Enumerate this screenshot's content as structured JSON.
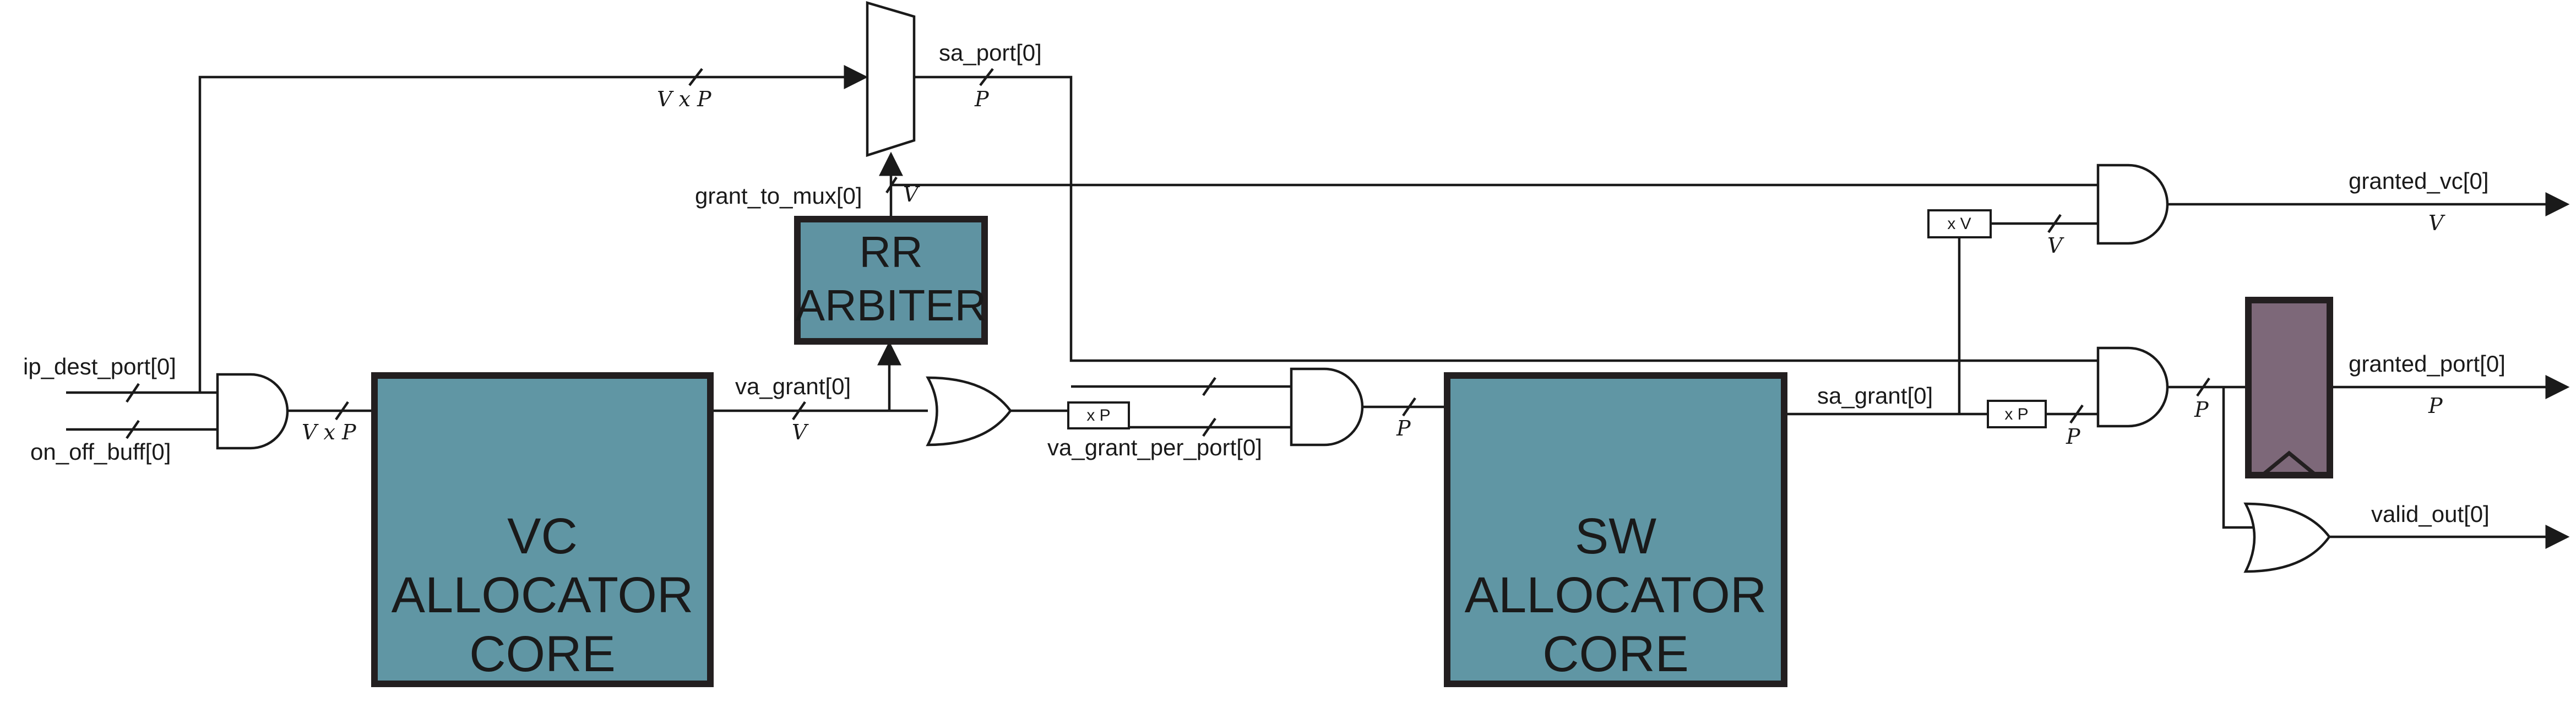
{
  "colors": {
    "allocator_fill": "#6096a4",
    "arbiter_fill": "#5f93a2",
    "register_fill": "#7d6879",
    "wire": "#1a1a1a"
  },
  "blocks": {
    "vc_allocator": [
      "VC",
      "ALLOCATOR",
      "CORE"
    ],
    "sw_allocator": [
      "SW",
      "ALLOCATOR",
      "CORE"
    ],
    "rr_arbiter": [
      "RR",
      "ARBITER"
    ]
  },
  "signals": {
    "ip_dest_port": "ip_dest_port[0]",
    "on_off_buff": "on_off_buff[0]",
    "sa_port": "sa_port[0]",
    "grant_to_mux": "grant_to_mux[0]",
    "va_grant": "va_grant[0]",
    "va_grant_per_port": "va_grant_per_port[0]",
    "sa_grant": "sa_grant[0]",
    "granted_vc": "granted_vc[0]",
    "granted_port": "granted_port[0]",
    "valid_out": "valid_out[0]"
  },
  "bus_widths": {
    "vxp_top": "V x P",
    "sa_port": "P",
    "grant_to_mux": "V",
    "and_in_vxp": "V x P",
    "va_grant": "V",
    "into_sw": "P",
    "xv_out": "V",
    "granted_vc": "V",
    "sa_grant_xp": "P",
    "into_reg": "P",
    "granted_port": "P"
  },
  "replicators": {
    "xp_left": "x P",
    "xv": "x V",
    "xp_right": "x P"
  }
}
